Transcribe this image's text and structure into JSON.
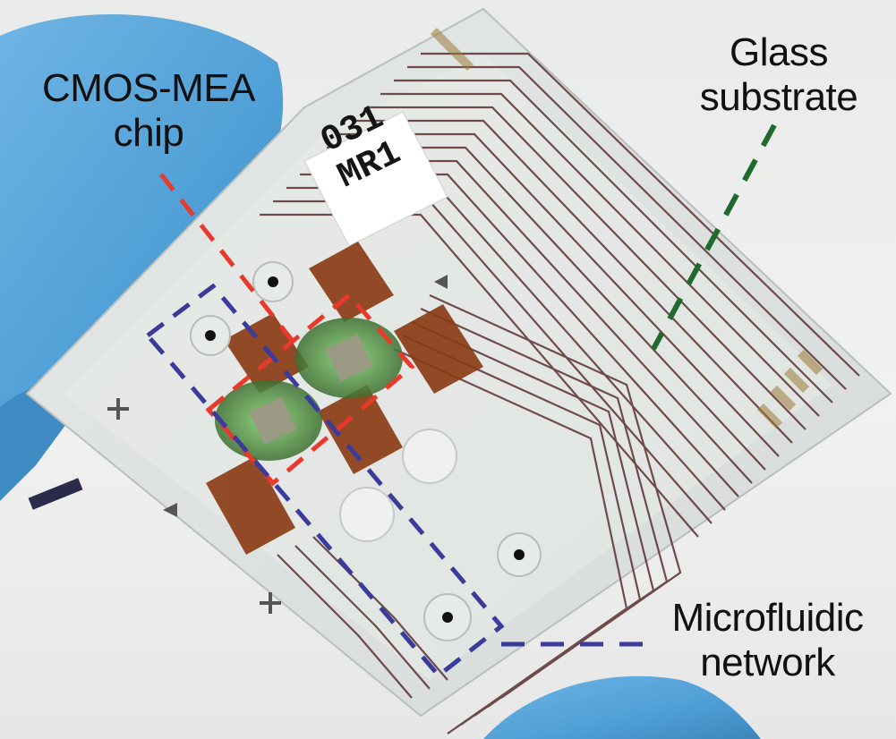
{
  "annotations": {
    "cmos_mea_chip": {
      "lines": [
        "CMOS-MEA",
        "chip"
      ],
      "color": "#e8392b"
    },
    "glass_substrate": {
      "lines": [
        "Glass",
        "substrate"
      ],
      "color": "#1f6b2d"
    },
    "microfluidic_network": {
      "lines": [
        "Microfluidic",
        "network"
      ],
      "color": "#3b3b9c"
    }
  },
  "chip_tag": {
    "line1": "031",
    "line2": "MR1"
  },
  "colors": {
    "glove": "#4f9fd6",
    "glass": "#dfe4e1",
    "trace": "#5a3030",
    "pad": "#8a3a12",
    "chip_green": "#4f8a3a"
  }
}
